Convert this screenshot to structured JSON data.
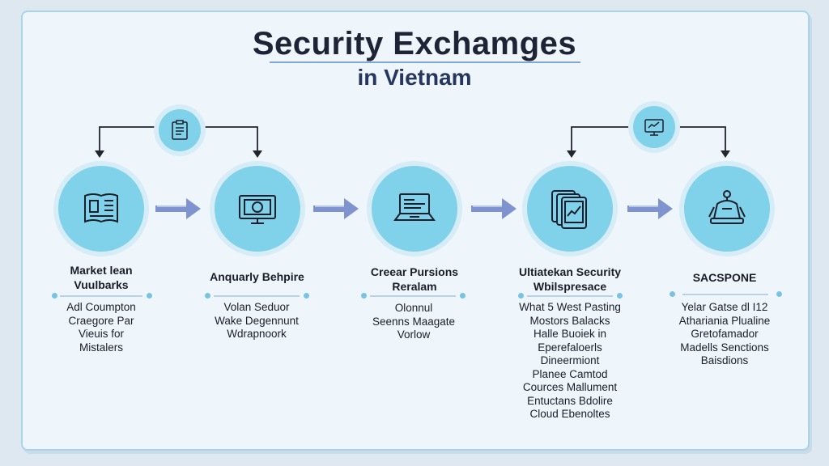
{
  "title": {
    "main": "Security Exchamges",
    "sub": "in Vietnam"
  },
  "steps": [
    {
      "heading": [
        "Market lean",
        "Vuulbarks"
      ],
      "lines": [
        "Adl Coumpton",
        "Craegore Par",
        "Vieuis for",
        "Mistalers"
      ],
      "icon": "newspaper-icon"
    },
    {
      "heading": [
        "Anquarly Behpire"
      ],
      "lines": [
        "Volan Seduor",
        "Wake Degennunt",
        "Wdrapnoork"
      ],
      "icon": "cash-monitor-icon"
    },
    {
      "heading": [
        "Creear Pursions",
        "Reralam"
      ],
      "lines": [
        "Olonnul",
        "Seenns Maagate",
        "Vorlow"
      ],
      "icon": "laptop-icon"
    },
    {
      "heading": [
        "Ultiatekan Security",
        "Wbilspresace"
      ],
      "lines": [
        "What 5 West Pasting",
        "Mostors Balacks",
        "Halle Buoiek in",
        "Eperefaloerls",
        "Dineermiont",
        "Planee Camtod",
        "Cources Mallument",
        "Entuctans Bdolire",
        "Cloud Ebenoltes"
      ],
      "icon": "tablet-stack-icon"
    },
    {
      "heading": [
        "SACSPONE"
      ],
      "lines": [
        "Yelar Gatse dl I12",
        "Athariania Plualine",
        "Gretofamador",
        "Madells Senctions",
        "Baisdions"
      ],
      "icon": "robot-icon"
    }
  ],
  "connectors": [
    {
      "icon": "clipboard-icon"
    },
    {
      "icon": "monitor-icon"
    }
  ],
  "colors": {
    "node_fill": "#80d2ea",
    "arrow": "#7f93cf",
    "card_border": "#a9d3ea"
  }
}
